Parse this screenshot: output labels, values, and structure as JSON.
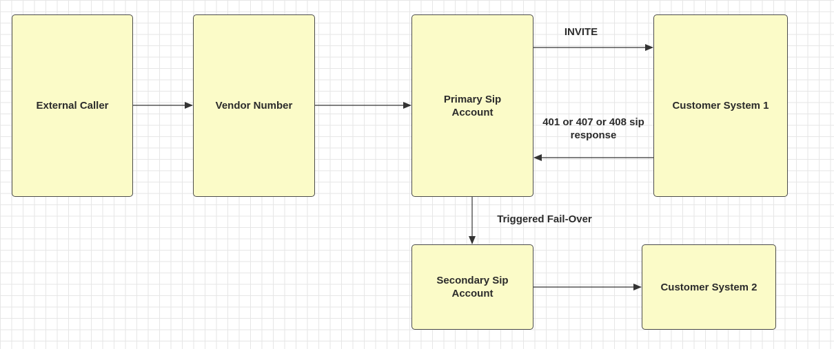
{
  "nodes": {
    "external_caller": "External Caller",
    "vendor_number": "Vendor Number",
    "primary_sip_account": "Primary Sip Account",
    "customer_system_1": "Customer System 1",
    "secondary_sip_account": "Secondary Sip Account",
    "customer_system_2": "Customer System 2"
  },
  "edges": {
    "invite": "INVITE",
    "sip_response": "401 or 407 or 408 sip response",
    "failover": "Triggered Fail-Over"
  },
  "colors": {
    "node_fill": "#fbfbc8",
    "node_border": "#4a4a4a",
    "arrow": "#333333"
  }
}
